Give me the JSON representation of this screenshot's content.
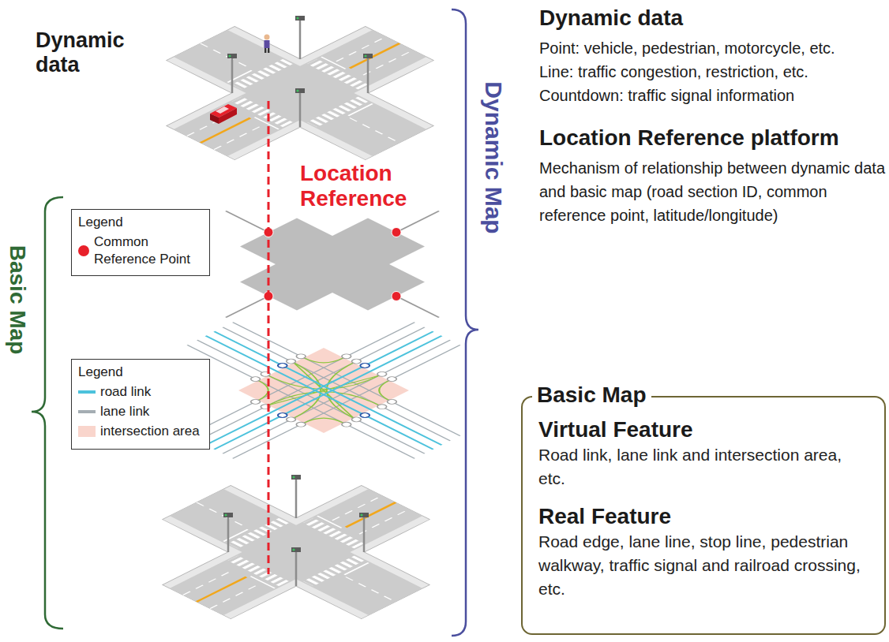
{
  "diagram": {
    "nodes": [
      {
        "text": [
          "Legend"
        ]
      },
      {
        "text": [
          "Legend"
        ]
      },
      {
        "text": [
          "Basic Map",
          "Virtual Feature",
          "Road link, lane link and intersection area, etc.",
          "Real Feature",
          "Road edge, lane line, stop line, pedestrian walkway, traffic signal and railroad crossing, etc."
        ]
      }
    ],
    "labels": [
      "Dynamic data",
      "Location Reference",
      "Dynamic Map",
      "Basic Map",
      "Dynamic data",
      "Point: vehicle, pedestrian, motorcycle, etc.",
      "Line: traffic congestion, restriction, etc.",
      "Countdown: traffic signal information",
      "Location Reference platform",
      "Mechanism of relationship between dynamic data and basic map (road section ID, common reference point, latitude/longitude)"
    ],
    "legend": [
      {
        "text": "Common Reference Point",
        "color": "#e8202a"
      },
      {
        "text": "road link"
      },
      {
        "text": "lane link"
      },
      {
        "text": "intersection area",
        "color": "#f9d5cc"
      }
    ]
  }
}
